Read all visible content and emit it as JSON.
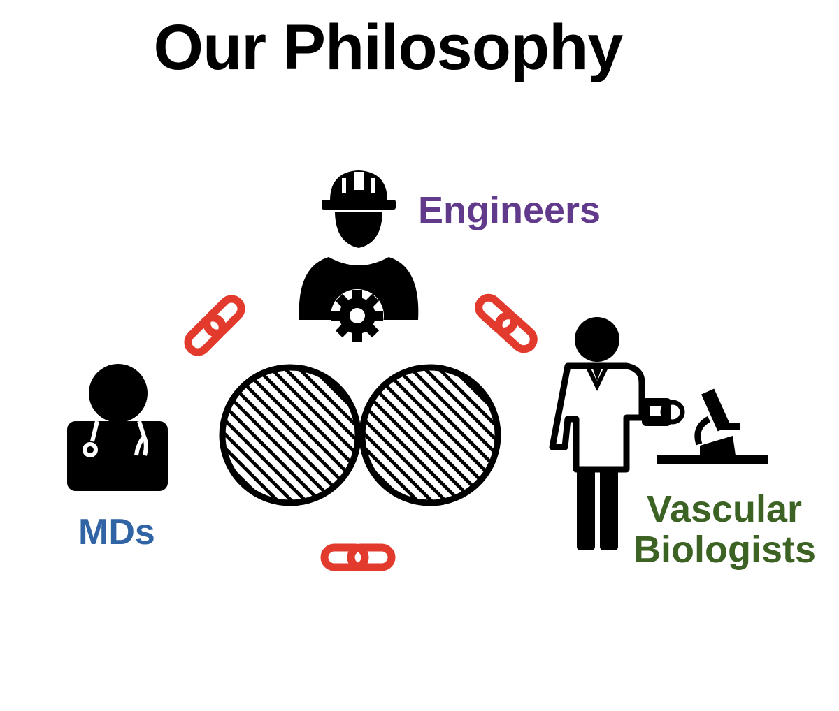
{
  "title": "Our Philosophy",
  "groups": {
    "engineers": {
      "label": "Engineers",
      "color": "#623a8c",
      "icon": "engineer-icon"
    },
    "mds": {
      "label": "MDs",
      "color": "#3164a4",
      "icon": "doctor-icon"
    },
    "biologists": {
      "label": "Vascular Biologists",
      "line1": "Vascular",
      "line2": "Biologists",
      "color": "#3c6323",
      "icon": "scientist-icon"
    }
  },
  "link_color": "#e23a2c",
  "icons": [
    "engineer-icon",
    "gear-icon",
    "doctor-icon",
    "stethoscope-icon",
    "scientist-icon",
    "microscope-icon",
    "chain-link-icon",
    "venn-diagram-icon"
  ]
}
